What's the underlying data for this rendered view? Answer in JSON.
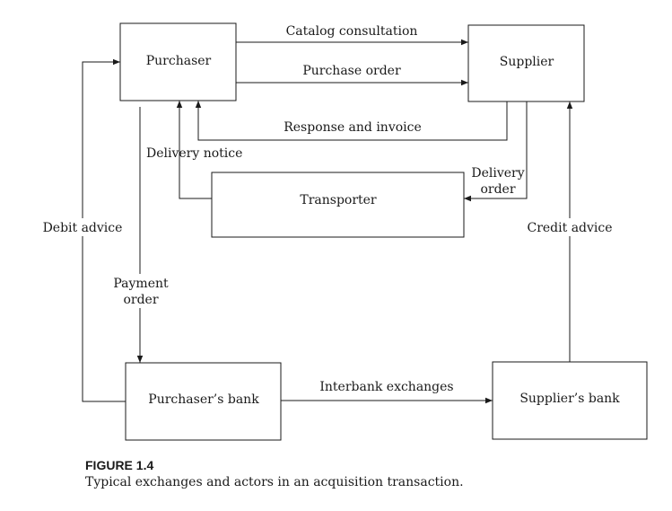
{
  "nodes": {
    "purchaser": "Purchaser",
    "supplier": "Supplier",
    "transporter": "Transporter",
    "purchasers_bank": "Purchaser’s bank",
    "suppliers_bank": "Supplier’s bank"
  },
  "edges": {
    "catalog_consultation": "Catalog consultation",
    "purchase_order": "Purchase order",
    "response_and_invoice": "Response and invoice",
    "delivery_notice": "Delivery notice",
    "delivery_order_line1": "Delivery",
    "delivery_order_line2": "order",
    "debit_advice": "Debit advice",
    "credit_advice": "Credit advice",
    "payment_order_line1": "Payment",
    "payment_order_line2": "order",
    "interbank_exchanges": "Interbank exchanges"
  },
  "caption": {
    "title": "FIGURE 1.4",
    "text": "Typical exchanges and actors in an acquisition transaction."
  }
}
